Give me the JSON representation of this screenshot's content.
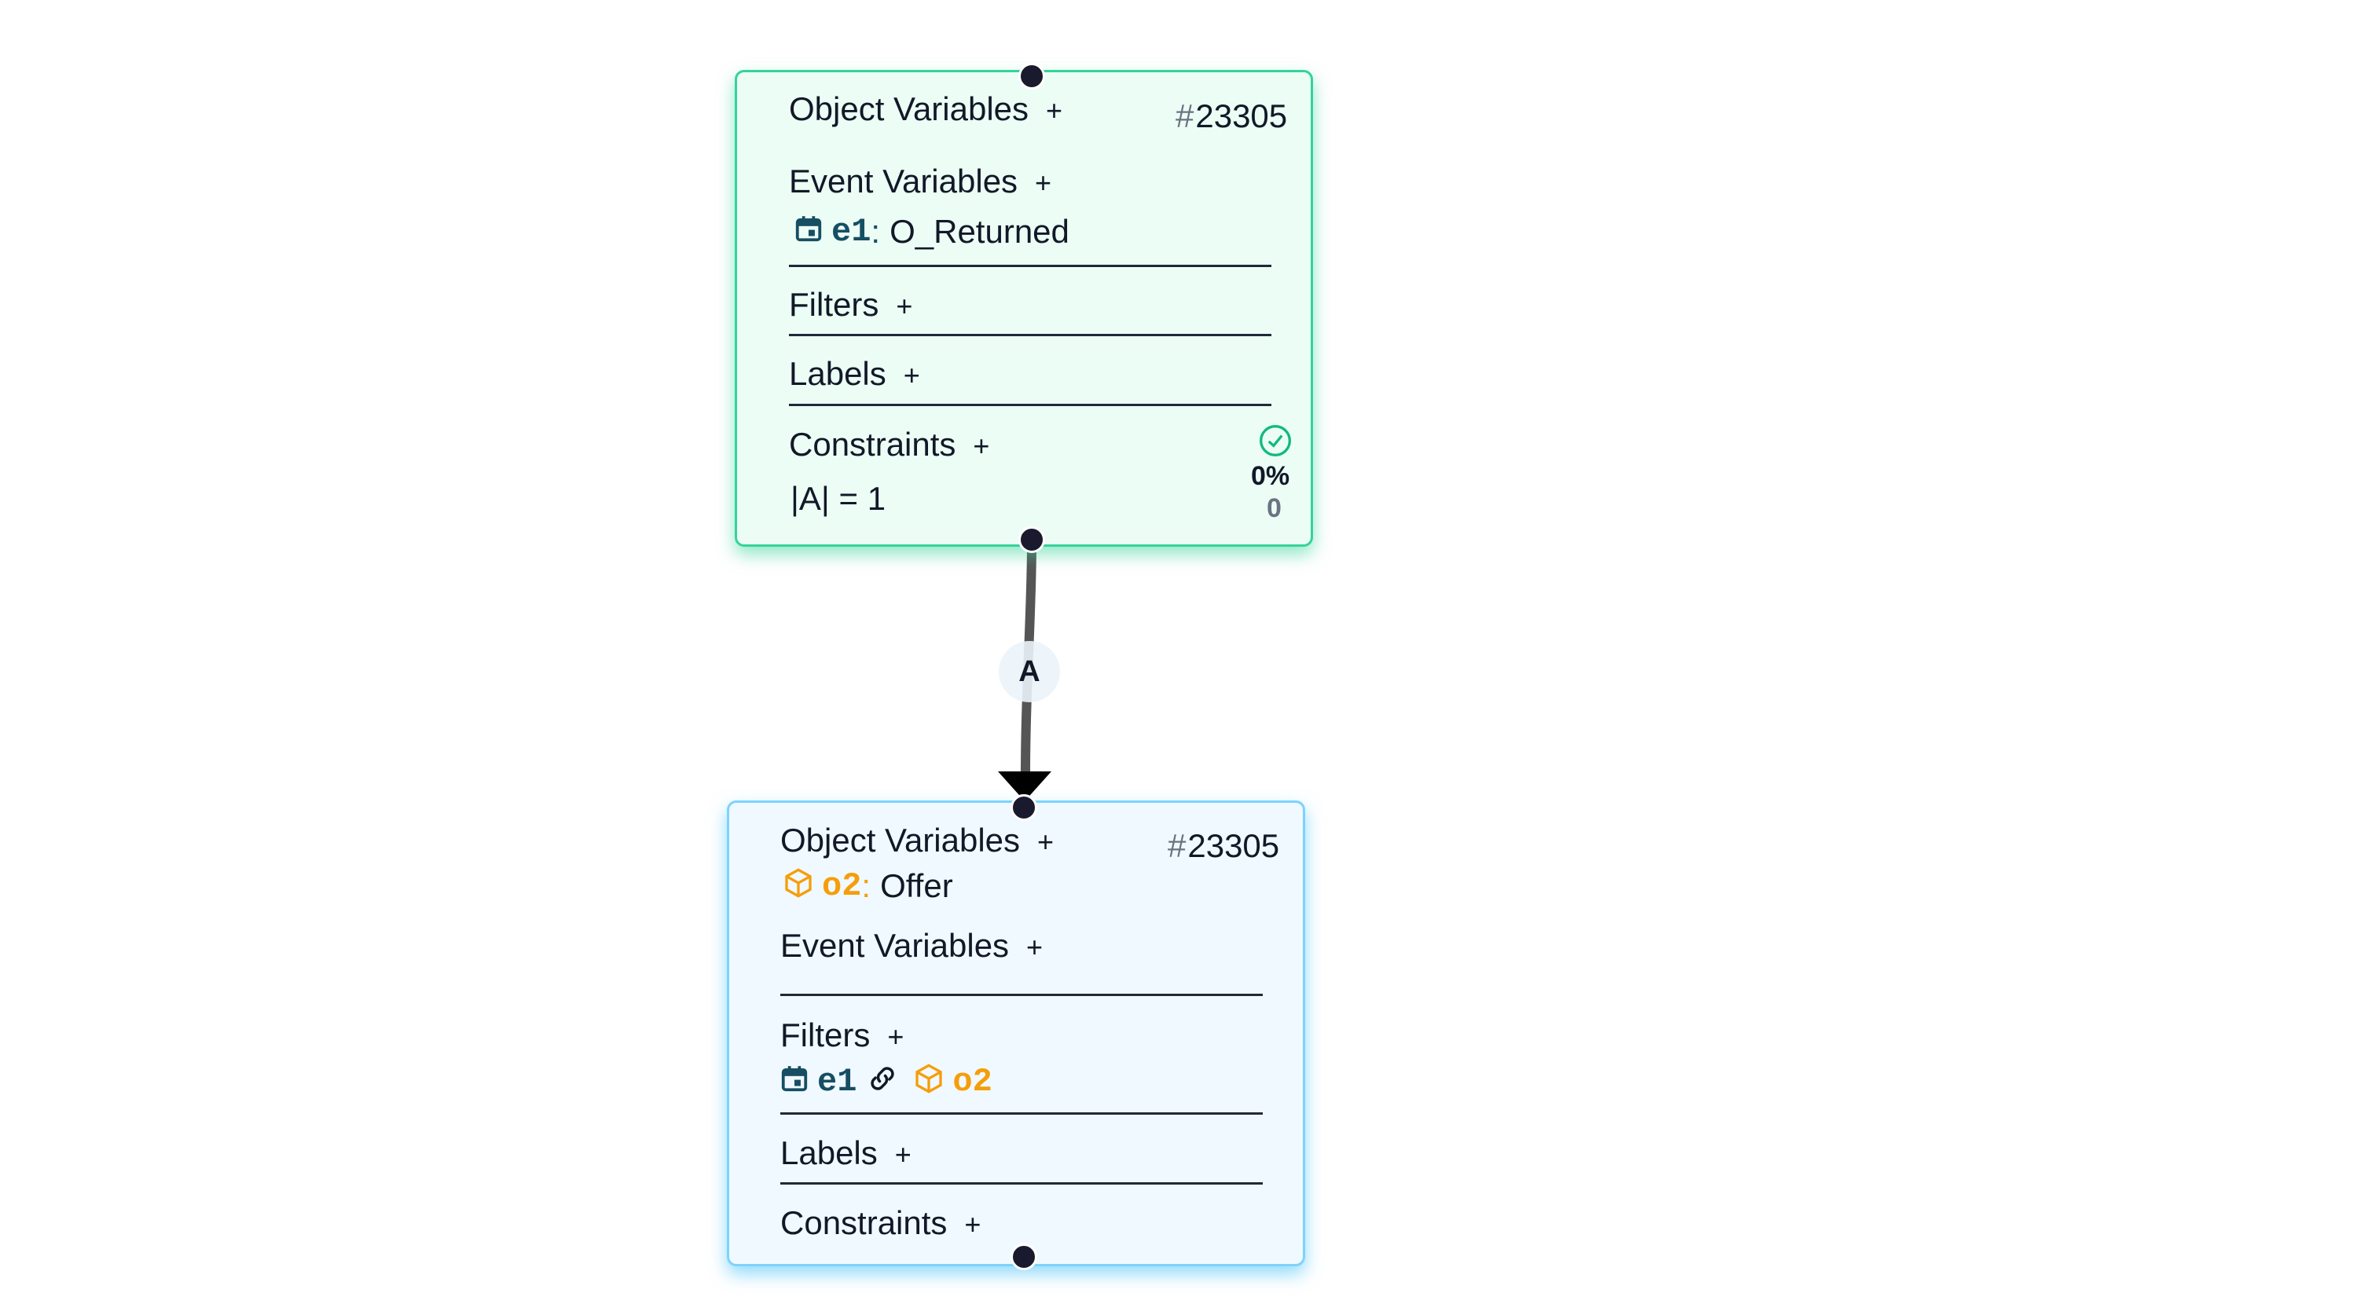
{
  "colors": {
    "top_node_bg": "#ecfdf5",
    "top_node_border": "#34d399",
    "bottom_node_bg": "#f0f9ff",
    "bottom_node_border": "#7dd3fc",
    "event_var": "#164e63",
    "object_var": "#f59e0b",
    "check_ok": "#10b981"
  },
  "nodes": [
    {
      "id_label": "23305",
      "sections": {
        "object_variables": {
          "label": "Object Variables",
          "add": "+"
        },
        "event_variables": {
          "label": "Event Variables",
          "add": "+",
          "items": [
            {
              "icon": "calendar-icon",
              "name": "e1",
              "type": "O_Returned"
            }
          ]
        },
        "filters": {
          "label": "Filters",
          "add": "+"
        },
        "labels": {
          "label": "Labels",
          "add": "+"
        },
        "constraints": {
          "label": "Constraints",
          "add": "+",
          "items": [
            {
              "text": "|A| = 1"
            }
          ]
        }
      },
      "stats": {
        "icon": "check-circle-icon",
        "percent": "0%",
        "count": "0"
      }
    },
    {
      "id_label": "23305",
      "sections": {
        "object_variables": {
          "label": "Object Variables",
          "add": "+",
          "items": [
            {
              "icon": "cube-icon",
              "name": "o2",
              "type": "Offer"
            }
          ]
        },
        "event_variables": {
          "label": "Event Variables",
          "add": "+"
        },
        "filters": {
          "label": "Filters",
          "add": "+",
          "items": [
            {
              "event": "e1",
              "link_icon": "link-icon",
              "object": "o2"
            }
          ]
        },
        "labels": {
          "label": "Labels",
          "add": "+"
        },
        "constraints": {
          "label": "Constraints",
          "add": "+"
        }
      }
    }
  ],
  "edge": {
    "label": "A"
  }
}
